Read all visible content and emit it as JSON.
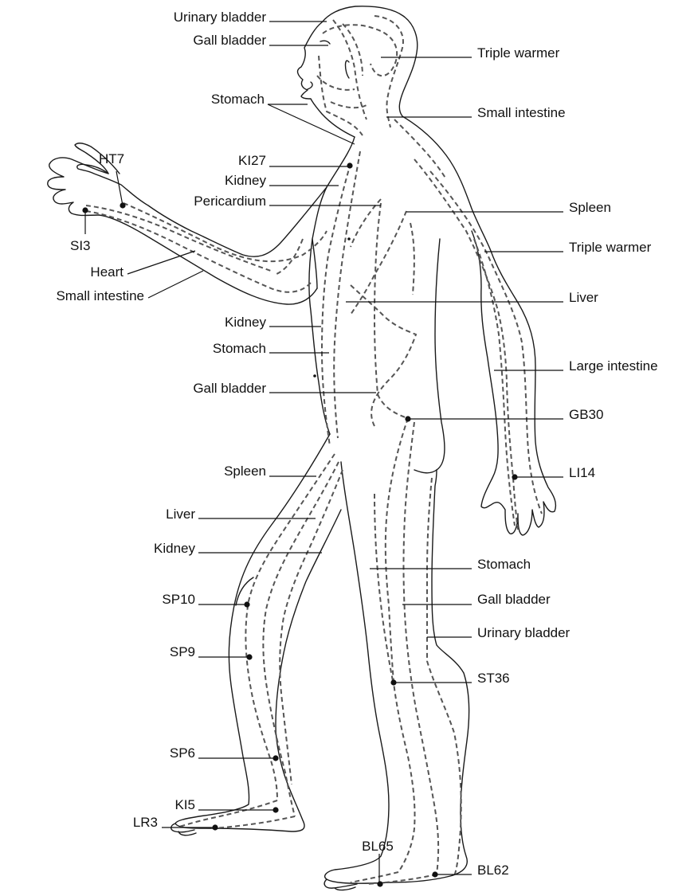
{
  "labels": {
    "urinary_bladder_top": "Urinary bladder",
    "gall_bladder_top": "Gall bladder",
    "stomach_top": "Stomach",
    "ki27": "KI27",
    "kidney_upper": "Kidney",
    "pericardium": "Pericardium",
    "ht7": "HT7",
    "si3": "SI3",
    "heart": "Heart",
    "small_intestine_left": "Small intestine",
    "kidney_mid": "Kidney",
    "stomach_mid": "Stomach",
    "gall_bladder_mid": "Gall bladder",
    "spleen_left": "Spleen",
    "liver_left": "Liver",
    "kidney_lower": "Kidney",
    "sp10": "SP10",
    "sp9": "SP9",
    "sp6": "SP6",
    "ki5": "KI5",
    "lr3": "LR3",
    "bl65": "BL65",
    "triple_warmer_top": "Triple warmer",
    "small_intestine_right": "Small intestine",
    "spleen_right": "Spleen",
    "triple_warmer_right": "Triple warmer",
    "liver_right": "Liver",
    "large_intestine": "Large intestine",
    "gb30": "GB30",
    "li14": "LI14",
    "stomach_right": "Stomach",
    "gall_bladder_right": "Gall bladder",
    "urinary_bladder_right": "Urinary bladder",
    "st36": "ST36",
    "bl62": "BL62"
  },
  "colors": {
    "outline": "#1a1a1a",
    "meridian": "#555555",
    "text": "#111111"
  }
}
